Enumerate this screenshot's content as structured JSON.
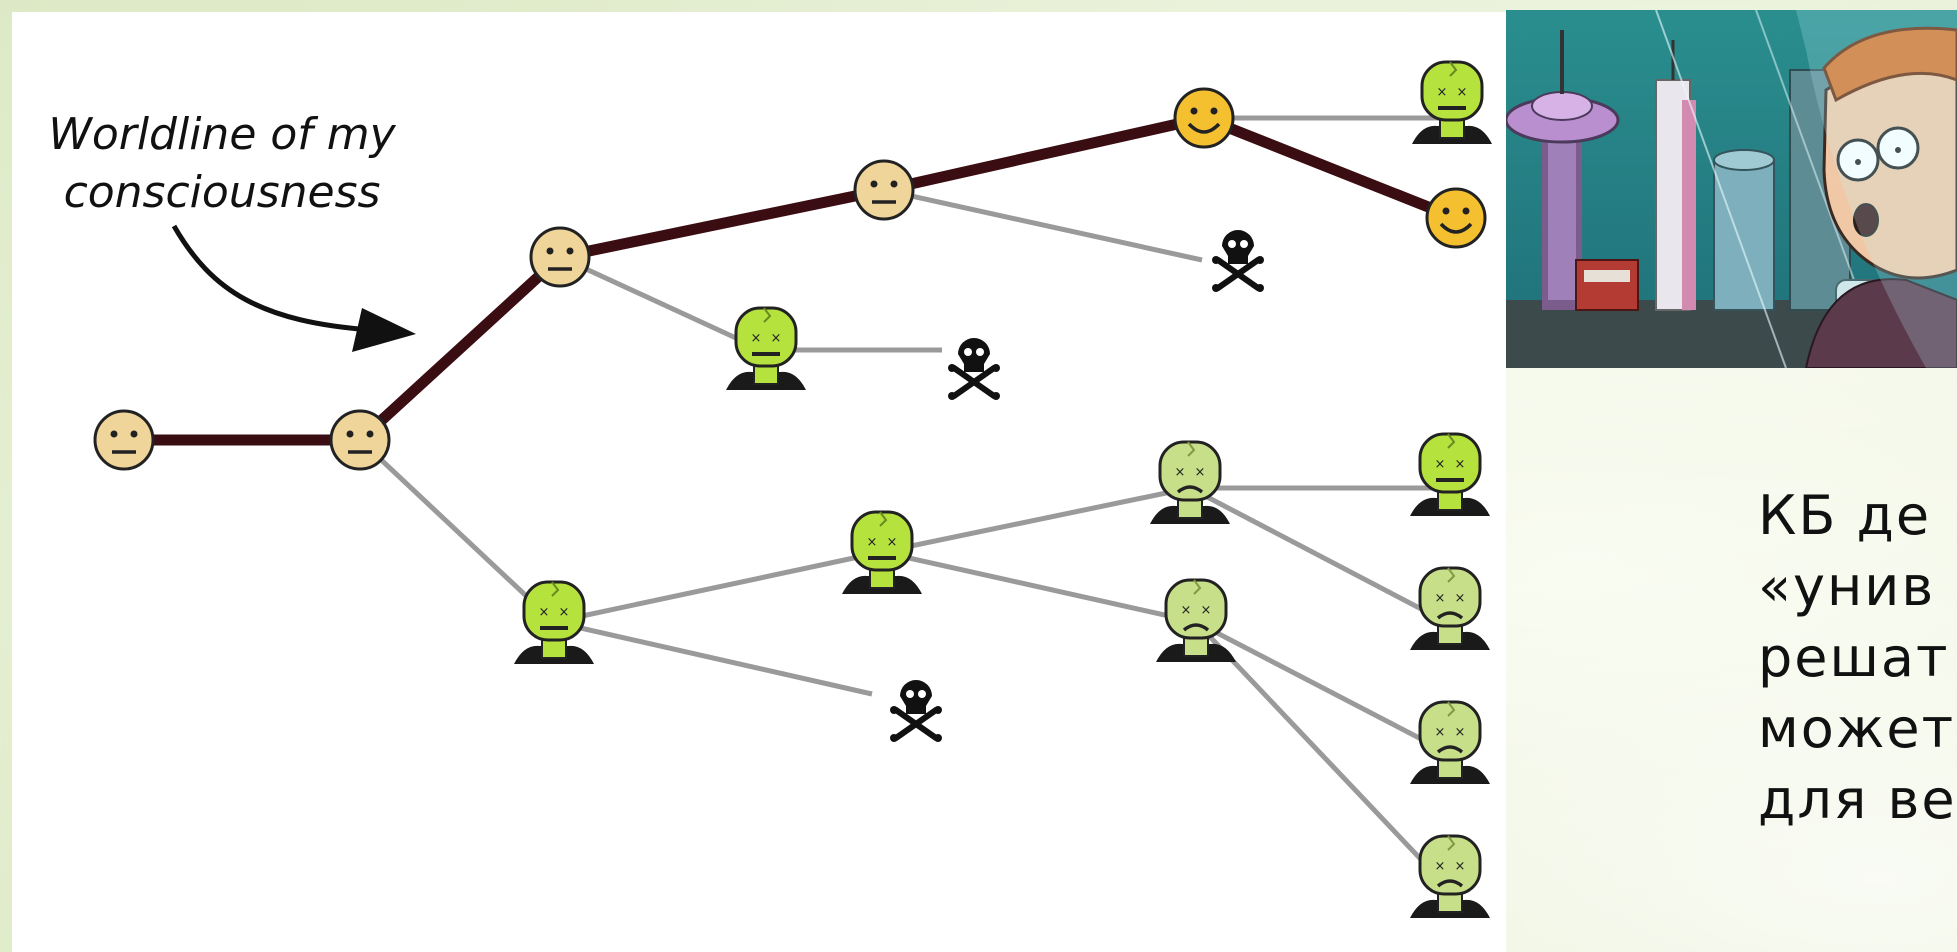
{
  "diagram": {
    "caption": "Worldline of my\nconsciousness"
  },
  "slide_text": {
    "lines": [
      "КБ  де",
      "«унив",
      "решат",
      "может",
      "для  ве"
    ]
  },
  "colors": {
    "worldline": "#3a0d12",
    "branch": "#9a9a9a",
    "neutral_face": "#f0d59a",
    "happy_face": "#f5c030",
    "zombie": "#b6e23e",
    "zombie_pale": "#c8df8a"
  }
}
